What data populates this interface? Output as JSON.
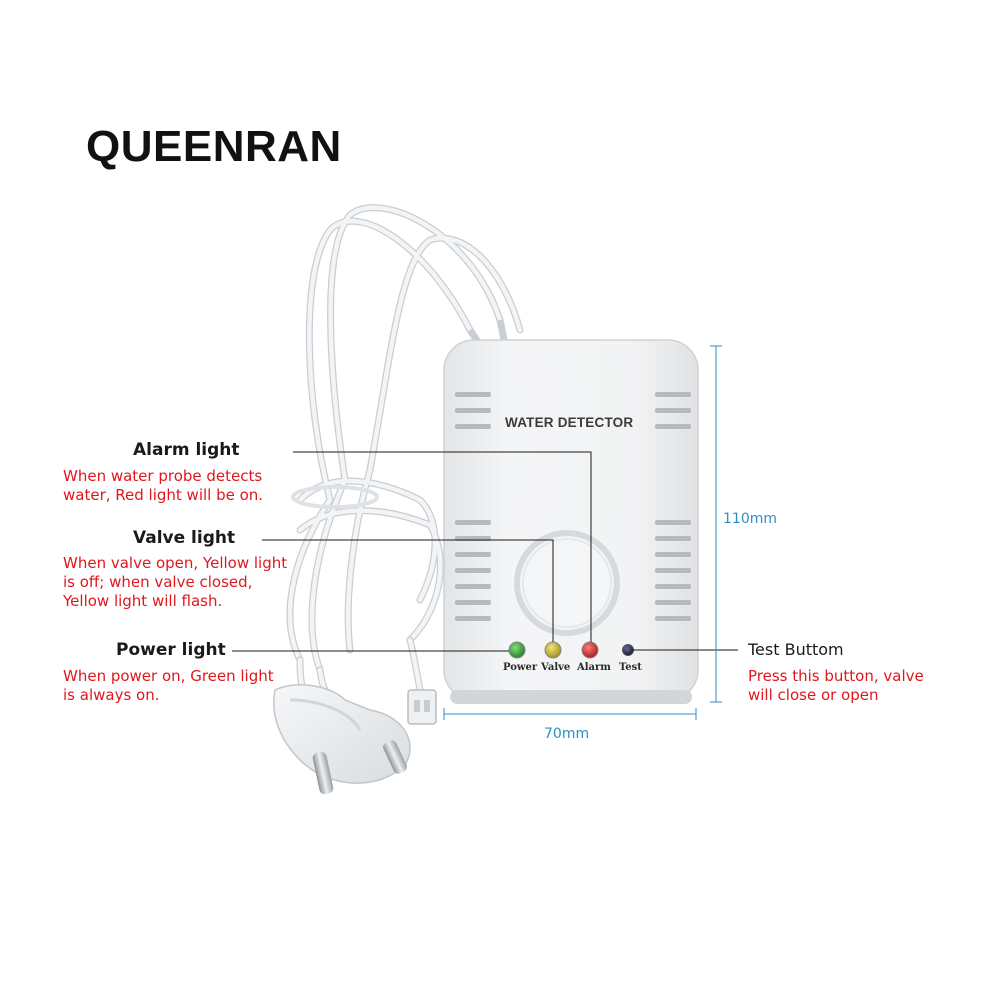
{
  "brand": "QUEENRAN",
  "product_label": "WATER DETECTOR",
  "indicators": {
    "power": "Power",
    "valve": "Valve",
    "alarm": "Alarm",
    "test": "Test"
  },
  "annotations": {
    "alarm": {
      "title": "Alarm light",
      "desc": "When water probe detects\nwater, Red light will be on."
    },
    "valve": {
      "title": "Valve light",
      "desc": "When valve open, Yellow light\nis off; when valve closed,\nYellow light will flash."
    },
    "power": {
      "title": "Power light",
      "desc": "When power on, Green light\nis always on."
    },
    "test": {
      "title": "Test Buttom",
      "desc": "Press this button, valve\nwill close or open"
    }
  },
  "dimensions": {
    "height": "110mm",
    "width": "70mm"
  },
  "colors": {
    "annotation_text": "#e0171d",
    "dimension_line": "#2f8ec9",
    "led_power": "#1f9a2b",
    "led_valve": "#c9b12a",
    "led_alarm": "#d0242b",
    "led_test": "#1c1c3a"
  }
}
